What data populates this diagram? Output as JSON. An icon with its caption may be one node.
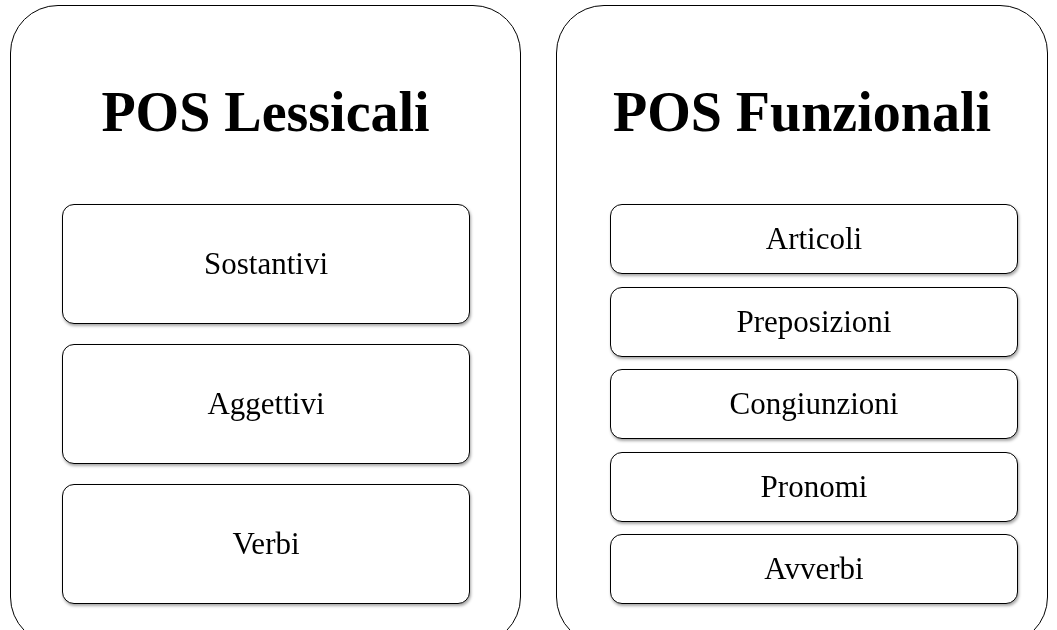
{
  "diagram": {
    "nodes": [
      {
        "text": [
          "POS Lessicali"
        ]
      },
      {
        "text": [
          "Sostantivi"
        ],
        "in": 0
      },
      {
        "text": [
          "Aggettivi"
        ],
        "in": 0
      },
      {
        "text": [
          "Verbi"
        ],
        "in": 0
      },
      {
        "text": [
          "POS Funzionali"
        ]
      },
      {
        "text": [
          "Articoli"
        ],
        "in": 4
      },
      {
        "text": [
          "Preposizioni"
        ],
        "in": 4
      },
      {
        "text": [
          "Congiunzioni"
        ],
        "in": 4
      },
      {
        "text": [
          "Pronomi"
        ],
        "in": 4
      },
      {
        "text": [
          "Avverbi"
        ],
        "in": 4
      }
    ]
  }
}
